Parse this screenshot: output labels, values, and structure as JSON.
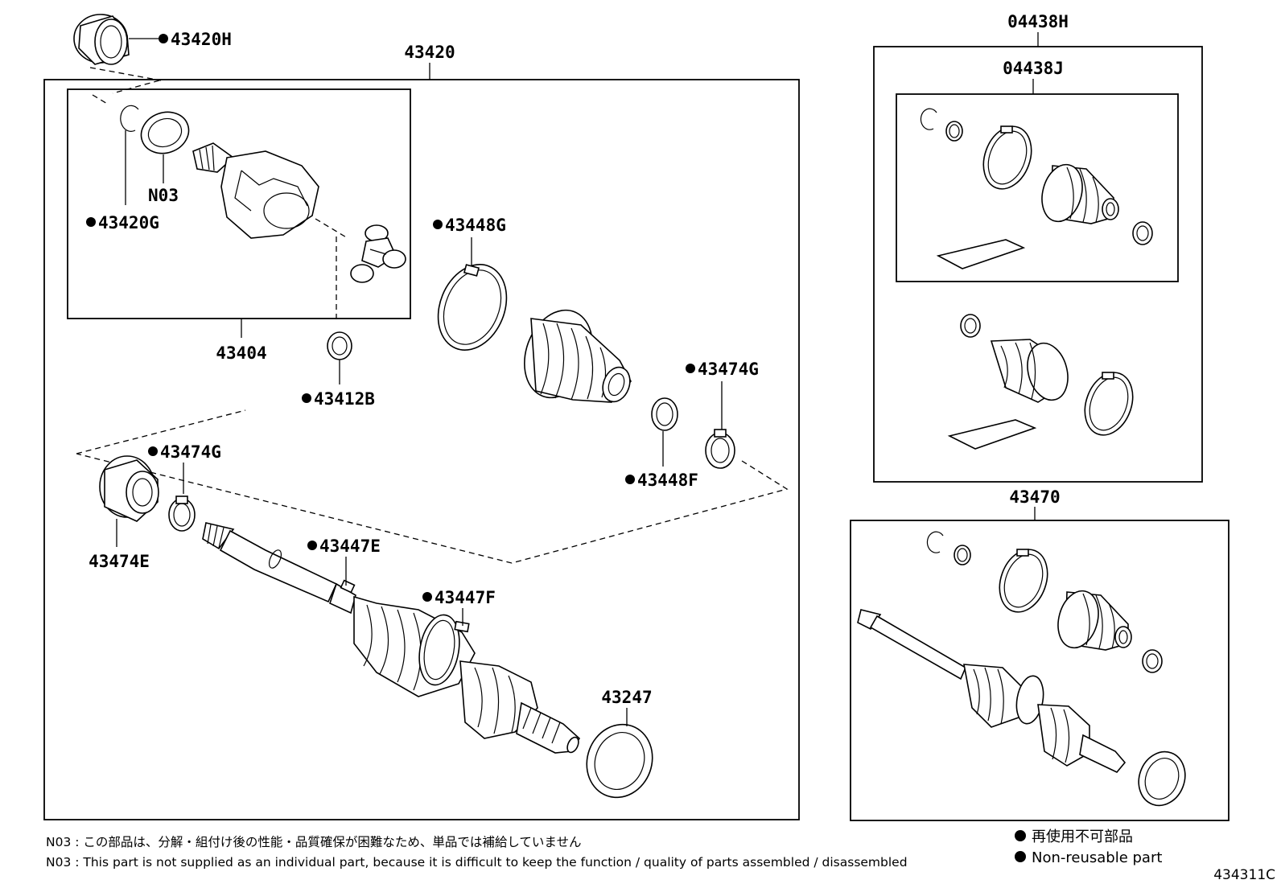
{
  "labels": {
    "p43420H": "43420H",
    "p43420": "43420",
    "p43420G": "43420G",
    "pN03": "N03",
    "p43404": "43404",
    "p43412B": "43412B",
    "p43448G": "43448G",
    "p43474G_top": "43474G",
    "p43448F": "43448F",
    "p43474G_left": "43474G",
    "p43474E": "43474E",
    "p43447E": "43447E",
    "p43447F": "43447F",
    "p43247": "43247",
    "p04438H": "04438H",
    "p04438J": "04438J",
    "p43470": "43470"
  },
  "notes": {
    "jp": "N03 : この部品は、分解・組付け後の性能・品質確保が困難なため、単品では補給していません",
    "en": "N03 : This part is not supplied as an individual part, because it is difficult to keep the function / quality of parts  assembled / disassembled"
  },
  "legend": {
    "jp": "再使用不可部品",
    "en": "Non-reusable part"
  },
  "figure_code": "434311C",
  "colors": {
    "line": "#000000",
    "background": "#ffffff"
  }
}
